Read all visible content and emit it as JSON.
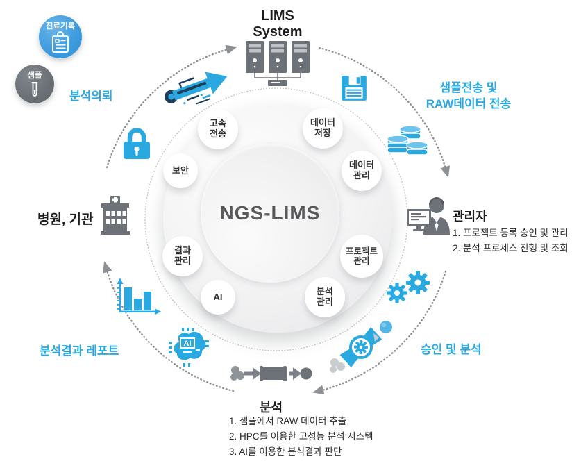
{
  "colors": {
    "accent_blue": "#29a9e0",
    "navy": "#1d3d5a",
    "icon_gray": "#6d7278",
    "heading_dark": "#1d1d1f",
    "ngs_text": "#58595b"
  },
  "badges": {
    "record": {
      "label": "진료기록",
      "icon": "clipboard-icon"
    },
    "sample": {
      "label": "샘플",
      "icon": "test-tube-icon"
    }
  },
  "flow_labels": {
    "request": "분석의뢰",
    "transfer": "샘플전송 및\nRAW데이터 전송",
    "approval": "승인 및 분석",
    "report": "분석결과 레포트"
  },
  "nodes": {
    "lims": {
      "title": "LIMS\nSystem",
      "icon": "server-rack-icon"
    },
    "hospital": {
      "title": "병원, 기관",
      "icon": "hospital-building-icon"
    },
    "admin": {
      "title": "관리자",
      "icon": "admin-person-monitor-icon",
      "items": [
        "1. 프로젝트 등록 승인 및 관리",
        "2. 분석 프로세스 진행 및 조회"
      ]
    },
    "analysis": {
      "title": "분석",
      "icon": "pipeline-icon",
      "items": [
        "1. 샘플에서 RAW 데이터 추출",
        "2. HPC를 이용한 고성능 분석 시스템",
        "3. AI를 이용한 분석결과 판단"
      ]
    }
  },
  "wheel": {
    "center_label": "NGS-LIMS",
    "satellites": [
      {
        "label": "고속\n전송"
      },
      {
        "label": "데이터\n저장"
      },
      {
        "label": "보안"
      },
      {
        "label": "데이터\n관리"
      },
      {
        "label": "결과\n관리"
      },
      {
        "label": "프로젝트\n관리"
      },
      {
        "label": "AI"
      },
      {
        "label": "분석\n관리"
      }
    ]
  },
  "icons": [
    "speed-arrow-icon",
    "lock-icon",
    "floppy-disk-icon",
    "coins-icon",
    "gears-icon",
    "sequencer-icon",
    "ai-brain-icon",
    "bar-chart-icon"
  ]
}
